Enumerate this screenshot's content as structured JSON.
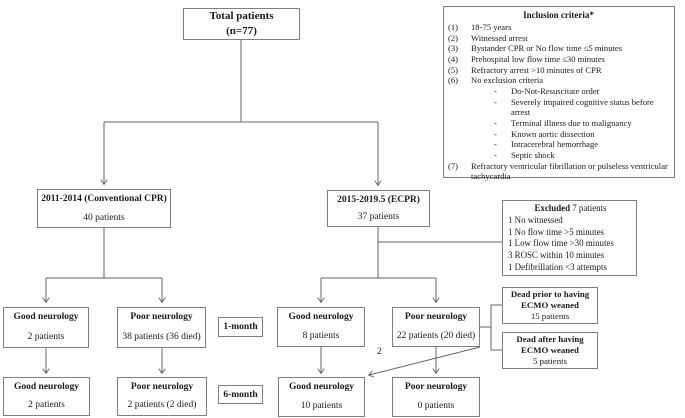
{
  "total": {
    "title": "Total patients",
    "subtitle": "(n=77)"
  },
  "inclusion": {
    "title": "Inclusion criteria*",
    "bullet": "-",
    "items": [
      {
        "num": "(1)",
        "text": "18-75 years"
      },
      {
        "num": "(2)",
        "text": "Witnessed arrest"
      },
      {
        "num": "(3)",
        "text": "Bystander CPR or No flow time ≤5 minutes"
      },
      {
        "num": "(4)",
        "text": "Prehospital low flow time ≤30 minutes"
      },
      {
        "num": "(5)",
        "text": "Refractory arrest >10 minutes of CPR"
      },
      {
        "num": "(6)",
        "text": "No exclusion criteria"
      },
      {
        "num": "(7)",
        "text": "Refractory ventricular fibrillation or pulseless ventricular tachycardia"
      }
    ],
    "exclusion_sub_items": [
      "Do-Not-Resuscitate order",
      "Severely impaired cognitive status before arrest",
      "Terminal illness due to malignancy",
      "Known aortic dissection",
      "Intracerebral hemorrhage",
      "Septic shock"
    ]
  },
  "branches": {
    "conventional": {
      "title": "2011-2014 (Conventional CPR)",
      "count": "40 patients"
    },
    "ecpr": {
      "title": "2015-2019.5 (ECPR)",
      "count": "37 patients"
    }
  },
  "excluded": {
    "title_bold": "Excluded",
    "title_rest": " 7 patients",
    "items": [
      "1 No witnessed",
      "1 No flow time >5 minutes",
      "1 Low flow time >30 minutes",
      "3 ROSC within 10 minutes",
      "1 Defibrillation <3 attempts"
    ]
  },
  "timepoints": {
    "one_month": "1-month",
    "six_month": "6-month"
  },
  "outcomes": {
    "conv_good_1m": {
      "title": "Good neurology",
      "count": "2 patients"
    },
    "conv_poor_1m": {
      "title": "Poor neurology",
      "count": "38 patients (36 died)"
    },
    "ecpr_good_1m": {
      "title": "Good neurology",
      "count": "8 patients"
    },
    "ecpr_poor_1m": {
      "title": "Poor neurology",
      "count": "22 patients (20 died)"
    },
    "conv_good_6m": {
      "title": "Good neurology",
      "count": "2 patients"
    },
    "conv_poor_6m": {
      "title": "Poor neurology",
      "count": "2 patients (2 died)"
    },
    "ecpr_good_6m": {
      "title": "Good neurology",
      "count": "10 patients"
    },
    "ecpr_poor_6m": {
      "title": "Poor neurology",
      "count": "0 patients"
    }
  },
  "ecmo": {
    "dead_prior": {
      "line1": "Dead prior to having",
      "line2": "ECMO weaned",
      "count": "15 patients"
    },
    "dead_after": {
      "line1": "Dead after having",
      "line2": "ECMO weaned",
      "count": "5 patients"
    }
  },
  "transfer_count": "2",
  "colors": {
    "box_border": "#7f7f7f",
    "line": "#666666",
    "text": "#1a1a1a"
  }
}
